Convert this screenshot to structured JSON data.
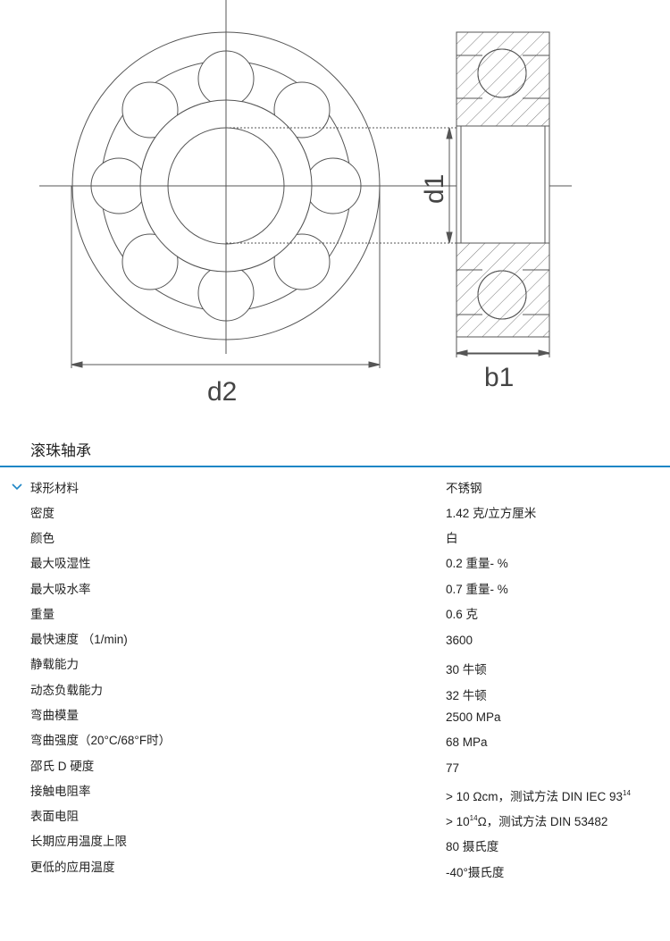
{
  "diagram": {
    "labels": {
      "d1": "d1",
      "d2": "d2",
      "b1": "b1"
    }
  },
  "section": {
    "title": "滚珠轴承"
  },
  "specs": [
    {
      "label": "球形材料",
      "value": "不锈钢"
    },
    {
      "label": "密度",
      "value": "1.42 克/立方厘米"
    },
    {
      "label": "颜色",
      "value": "白"
    },
    {
      "label": "最大吸湿性",
      "value": "0.2 重量- %"
    },
    {
      "label": "最大吸水率",
      "value": "0.7 重量- %"
    },
    {
      "label": "重量",
      "value": "0.6 克"
    },
    {
      "label": "最快速度 （1/min)",
      "value": "3600"
    },
    {
      "label": "静载能力",
      "value": "30 牛顿"
    },
    {
      "label": "动态负载能力",
      "value": "32 牛顿"
    },
    {
      "label": "弯曲模量",
      "value": "2500 MPa"
    },
    {
      "label": "弯曲强度（20°C/68°F时）",
      "value": "68 MPa"
    },
    {
      "label": "邵氏 D 硬度",
      "value": "77"
    },
    {
      "label": "接触电阻率",
      "value": "> 10 Ωcm，测试方法 DIN IEC 93",
      "sup": "14"
    },
    {
      "label": "表面电阻",
      "value_pre": "> 10",
      "value_sup": "14",
      "value_post": "Ω，测试方法 DIN 53482"
    },
    {
      "label": "长期应用温度上限",
      "value": "80 摄氏度"
    },
    {
      "label": "更低的应用温度",
      "value": "-40°摄氏度"
    }
  ]
}
